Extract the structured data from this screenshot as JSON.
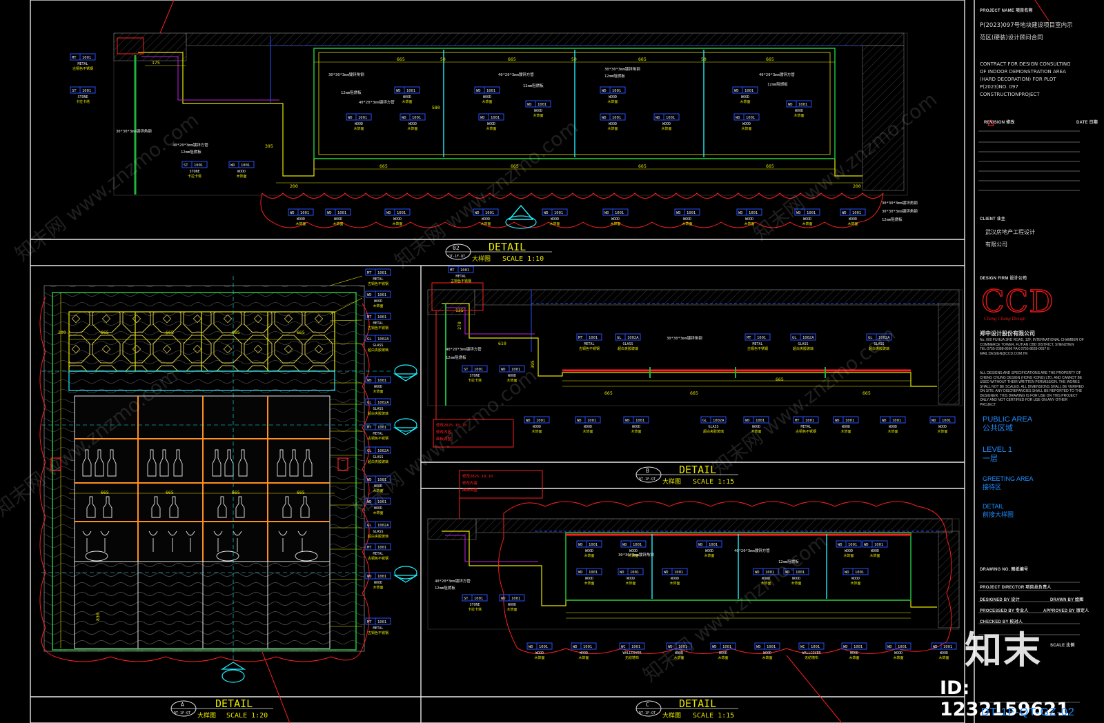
{
  "titleblock": {
    "project_label": "PROJECT NAME 项目名称",
    "project_cn": "P(2023)097号地块建设项目室内示\n范区(硬装)设计顾问合同",
    "project_en": "CONTRACT FOR DESIGN CONSULTING\nOF INDOOR DEMONSTRATION AREA\n(HARD DECORATION) FOR PLOT\nP(2023)NO. 097\nCONSTRUCTIONPROJECT",
    "revision_label": "REVISION 修改",
    "date_label": "DATE 日期",
    "client_label": "CLIENT 业主",
    "client_name": "武汉房地产工程设计\n有限公司",
    "design_firm_label": "DESIGN FIRM 设计公司",
    "logo_text": "CCD",
    "logo_sub": "Cheng Chung Design",
    "firm_name": "郑中设计股份有限公司",
    "firm_address": "No. 000 FUHUA 3RD ROAD, 12F, INTERNATIONAL CHAMBER OF COMMERCE TOWER, FUTIAN CBD DISTRICT, SHENZHEN  TEL:0755-2388-8666  FAX:0755-8833-0657  E-MAIL:DESIGN@CCD.COM.HK",
    "copyright": "ALL DESIGNS AND SPECIFICATIONS ARE THE PROPERTY OF CHENG CHUNG DESIGN (HONG KONG) LTD. AND CANNOT BE USED WITHOUT THEIR WRITTEN PERMISSION. THE WORKS SHALL NOT BE SCALED. ALL DIMENSIONS SHALL BE VERIFIED ON SITE. ANY DISCREPANCIES SHALL BE REPORTED TO THE DESIGNER. THIS DRAWING IS FOR USE ON THIS PROJECT ONLY AND NOT CERTIFIED FOR USE ON ANY OTHER PROJECT.",
    "area1": "PUBLIC AREA\n公共区域",
    "area2": "LEVEL 1\n一层",
    "area3": "GREETING AREA\n接待区",
    "area4": "DETAIL\n前接大样图",
    "drawing_no_label": "DRAWING NO. 图纸编号",
    "project_dir": "PROJECT DIRECTOR 项目总负责人",
    "designed_by": "DESIGNED BY 设计",
    "drawn_by": "DRAWN BY 绘图",
    "processed_by": "PROCESSED BY 专业人",
    "approved_by": "APPROVED BY 审定人",
    "checked_by": "CHECKED BY 校对人",
    "scale_label": "SCALE 比例",
    "sheet_no": "DT-1F-QT-GZ-02"
  },
  "watermark": {
    "site": "知末网 www.znzmo.com",
    "brand": "知末",
    "id": "ID: 1232159621"
  },
  "details": [
    {
      "num": "02",
      "ref": "DT-1F-QT",
      "title": "DETAIL",
      "sub": "大样图",
      "scale": "SCALE 1:10"
    },
    {
      "num": "A",
      "ref": "DT-1F-QT",
      "title": "DETAIL",
      "sub": "大样图",
      "scale": "SCALE 1:20"
    },
    {
      "num": "B",
      "ref": "DT-1F-QT",
      "title": "DETAIL",
      "sub": "大样图",
      "scale": "SCALE 1:15"
    },
    {
      "num": "C",
      "ref": "DT-1F-QT",
      "title": "DETAIL",
      "sub": "大样图",
      "scale": "SCALE 1:15"
    }
  ],
  "tags": {
    "wd_code": "WD",
    "wd_num": "1001",
    "wd_name": "WOOD",
    "wd_cn": "木饰面",
    "mt_code": "MT",
    "mt_num": "1001",
    "mt_name": "METAL",
    "mt_cn": "古铜色不锈钢",
    "st_code": "ST",
    "st_num": "1001",
    "st_name": "STONE",
    "st_cn": "卡拉卡塔",
    "gl_code": "GL",
    "gl_num": "1002A",
    "gl_name": "GLASS",
    "gl_cn": "超白夹胶玻璃",
    "wc_code": "WC",
    "wc_num": "1001",
    "wc_name": "WALLCOVER",
    "wc_cn": "无纺墙布"
  },
  "notes": {
    "steel": "30*30*3mm镀锌角钢",
    "plate": "40*20*3mm镀锌方管",
    "board": "12mm阻燃板",
    "revise1": "修改2025.10.10",
    "revise2": "修改内容",
    "revise3": "面板调整"
  },
  "dims": {
    "d665": "665",
    "d50": "50",
    "d200": "200",
    "d580": "580",
    "d395": "395",
    "d175": "175",
    "d830": "830",
    "d610": "610",
    "d135": "135",
    "d270": "270"
  },
  "colors": {
    "yellow": "#e8e800",
    "green": "#1db83b",
    "red": "#ff2020",
    "cyan": "#1ff0ff",
    "blue": "#2850ff",
    "magenta": "#c020e0",
    "white": "#e8e8e8",
    "orange": "#ff9020"
  }
}
